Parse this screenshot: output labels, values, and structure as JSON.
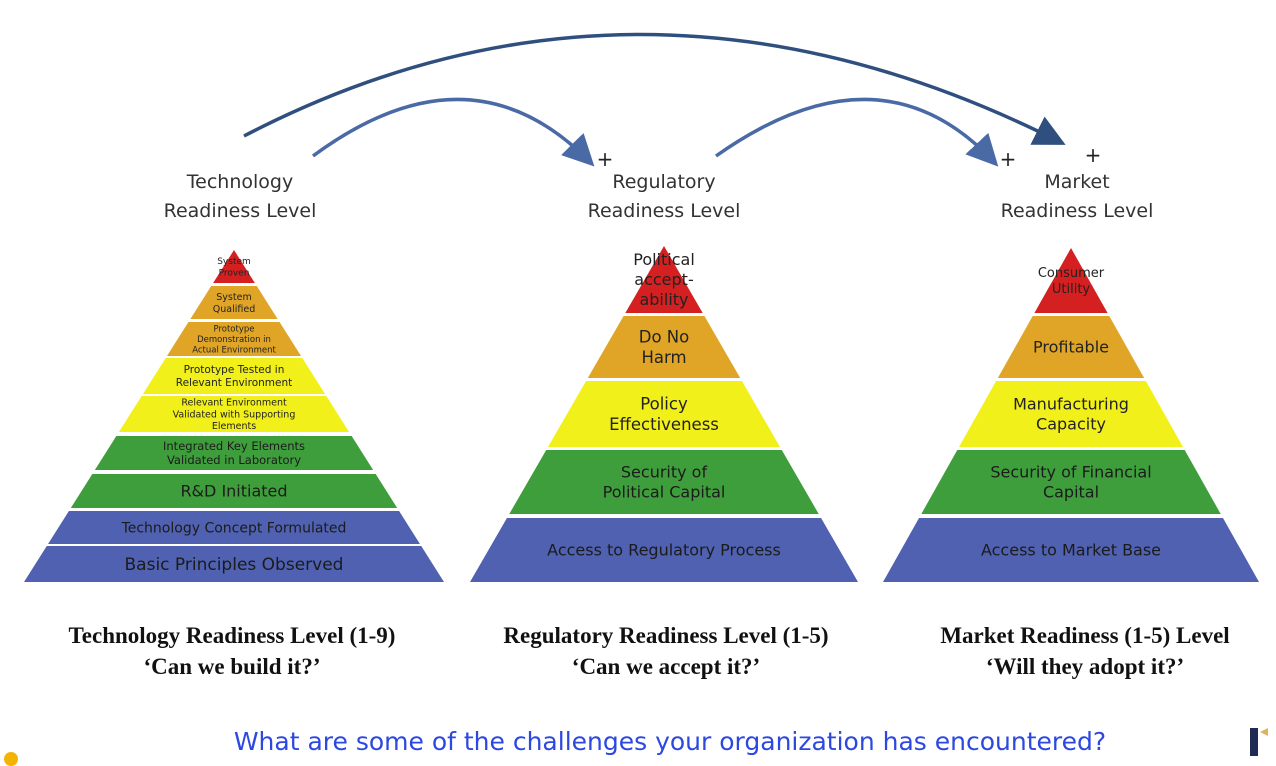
{
  "arrow_labels": {
    "plus": "+"
  },
  "headings": {
    "technology": [
      "Technology",
      "Readiness Level"
    ],
    "regulatory": [
      "Regulatory",
      "Readiness Level"
    ],
    "market": [
      "Market",
      "Readiness Level"
    ]
  },
  "pyramids": {
    "technology": {
      "levels": [
        {
          "lines": [
            "Basic Principles Observed"
          ],
          "color": "#4f61b0"
        },
        {
          "lines": [
            "Technology Concept Formulated"
          ],
          "color": "#4f61b0"
        },
        {
          "lines": [
            "R&D Initiated"
          ],
          "color": "#3f9e3c"
        },
        {
          "lines": [
            "Integrated Key Elements",
            "Validated in Laboratory"
          ],
          "color": "#3f9e3c"
        },
        {
          "lines": [
            "Relevant Environment",
            "Validated with Supporting",
            "Elements"
          ],
          "color": "#f2f01a"
        },
        {
          "lines": [
            "Prototype Tested in",
            "Relevant Environment"
          ],
          "color": "#f2f01a"
        },
        {
          "lines": [
            "Prototype",
            "Demonstration in",
            "Actual Environment"
          ],
          "color": "#e0a526"
        },
        {
          "lines": [
            "System",
            "Qualified"
          ],
          "color": "#e0a526"
        },
        {
          "lines": [
            "System",
            "Proven"
          ],
          "color": "#d42020"
        }
      ]
    },
    "regulatory": {
      "levels": [
        {
          "lines": [
            "Access to Regulatory Process"
          ],
          "color": "#4f61b0"
        },
        {
          "lines": [
            "Security of",
            "Political Capital"
          ],
          "color": "#3f9e3c"
        },
        {
          "lines": [
            "Policy",
            "Effectiveness"
          ],
          "color": "#f2f01a"
        },
        {
          "lines": [
            "Do No",
            "Harm"
          ],
          "color": "#e0a526"
        },
        {
          "lines": [
            "Political",
            "accept-",
            "ability"
          ],
          "color": "#d42020"
        }
      ]
    },
    "market": {
      "levels": [
        {
          "lines": [
            "Access to Market Base"
          ],
          "color": "#4f61b0"
        },
        {
          "lines": [
            "Security of Financial",
            "Capital"
          ],
          "color": "#3f9e3c"
        },
        {
          "lines": [
            "Manufacturing",
            "Capacity"
          ],
          "color": "#f2f01a"
        },
        {
          "lines": [
            "Profitable"
          ],
          "color": "#e0a526"
        },
        {
          "lines": [
            "Consumer",
            "Utility"
          ],
          "color": "#d42020"
        }
      ]
    }
  },
  "captions": {
    "technology": [
      "Technology Readiness Level (1-9)",
      "‘Can we build it?’"
    ],
    "regulatory": [
      "Regulatory Readiness Level (1-5)",
      "‘Can we accept it?’"
    ],
    "market": [
      "Market Readiness (1-5) Level",
      "‘Will they adopt it?’"
    ]
  },
  "question": "What are some of the challenges your organization has encountered?",
  "colors": {
    "arrow": "#4a6aa6",
    "question_text": "#2c48e0"
  }
}
